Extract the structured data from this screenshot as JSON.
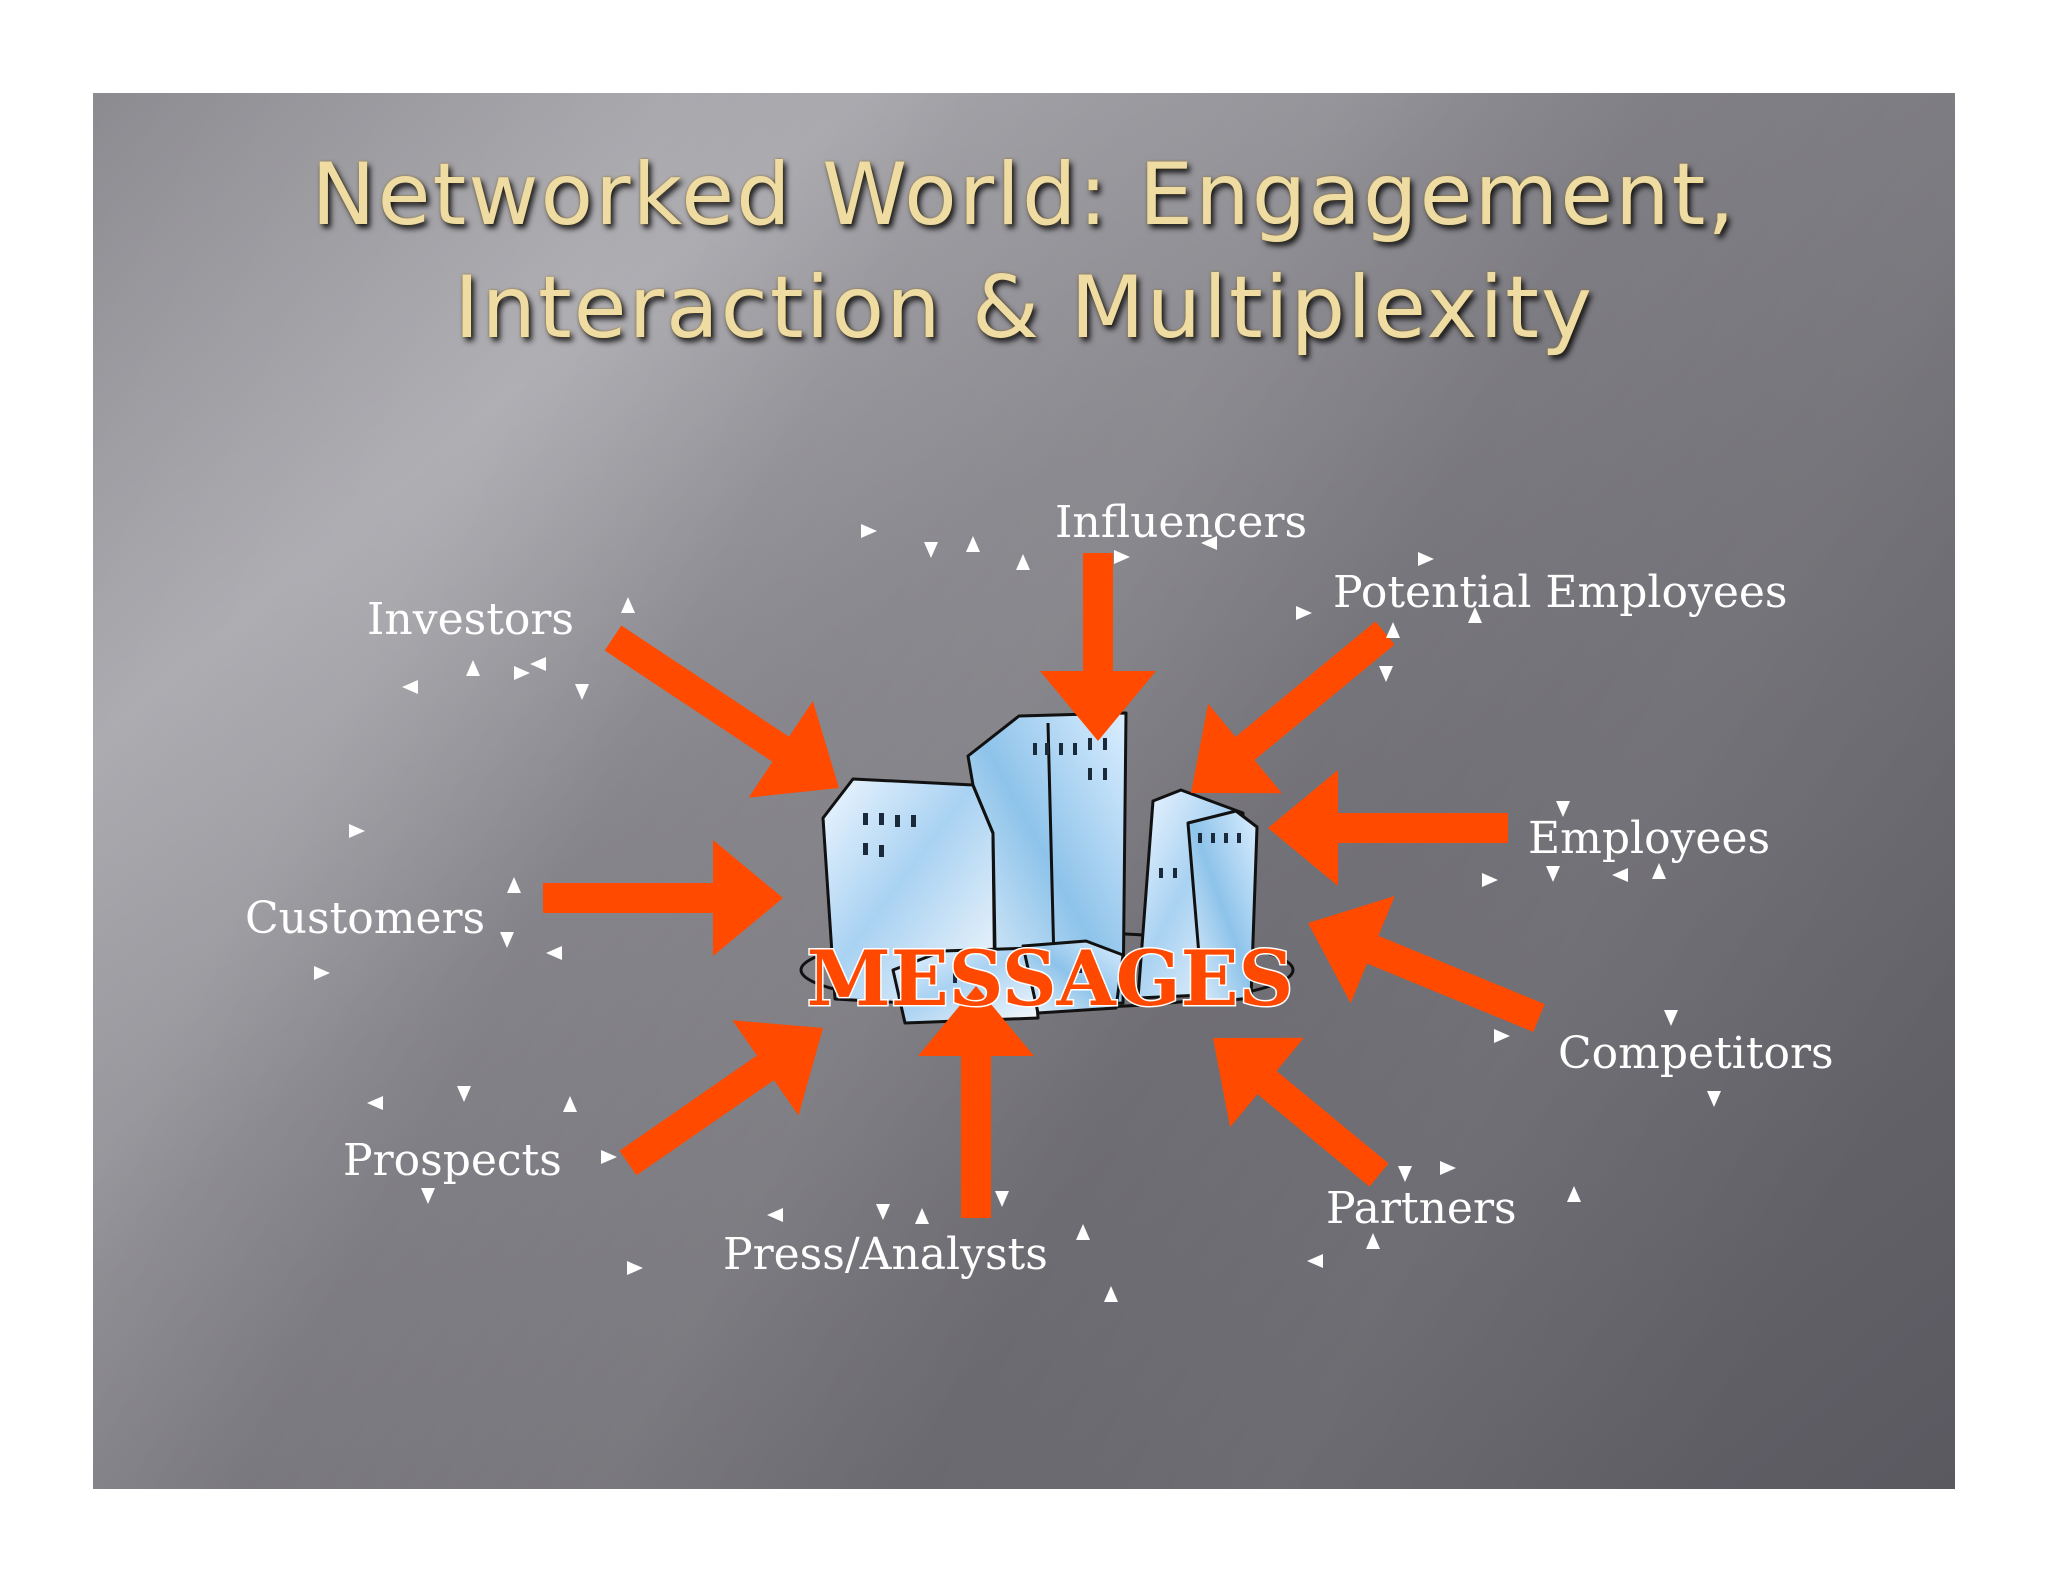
{
  "slide": {
    "title_line_1": "Networked World: Engagement,",
    "title_line_2": "Interaction & Multiplexity"
  },
  "diagram": {
    "center": {
      "label": "MESSAGES",
      "image": "city-buildings-icon"
    },
    "nodes": [
      {
        "id": "influencers",
        "label": "Influencers"
      },
      {
        "id": "potential-employees",
        "label": "Potential Employees"
      },
      {
        "id": "investors",
        "label": "Investors"
      },
      {
        "id": "employees",
        "label": "Employees"
      },
      {
        "id": "customers",
        "label": "Customers"
      },
      {
        "id": "competitors",
        "label": "Competitors"
      },
      {
        "id": "prospects",
        "label": "Prospects"
      },
      {
        "id": "partners",
        "label": "Partners"
      },
      {
        "id": "press-analysts",
        "label": "Press/Analysts"
      }
    ],
    "arrow_color": "#ff4a00",
    "label_color": "#ffffff",
    "title_color": "#efdca2"
  }
}
